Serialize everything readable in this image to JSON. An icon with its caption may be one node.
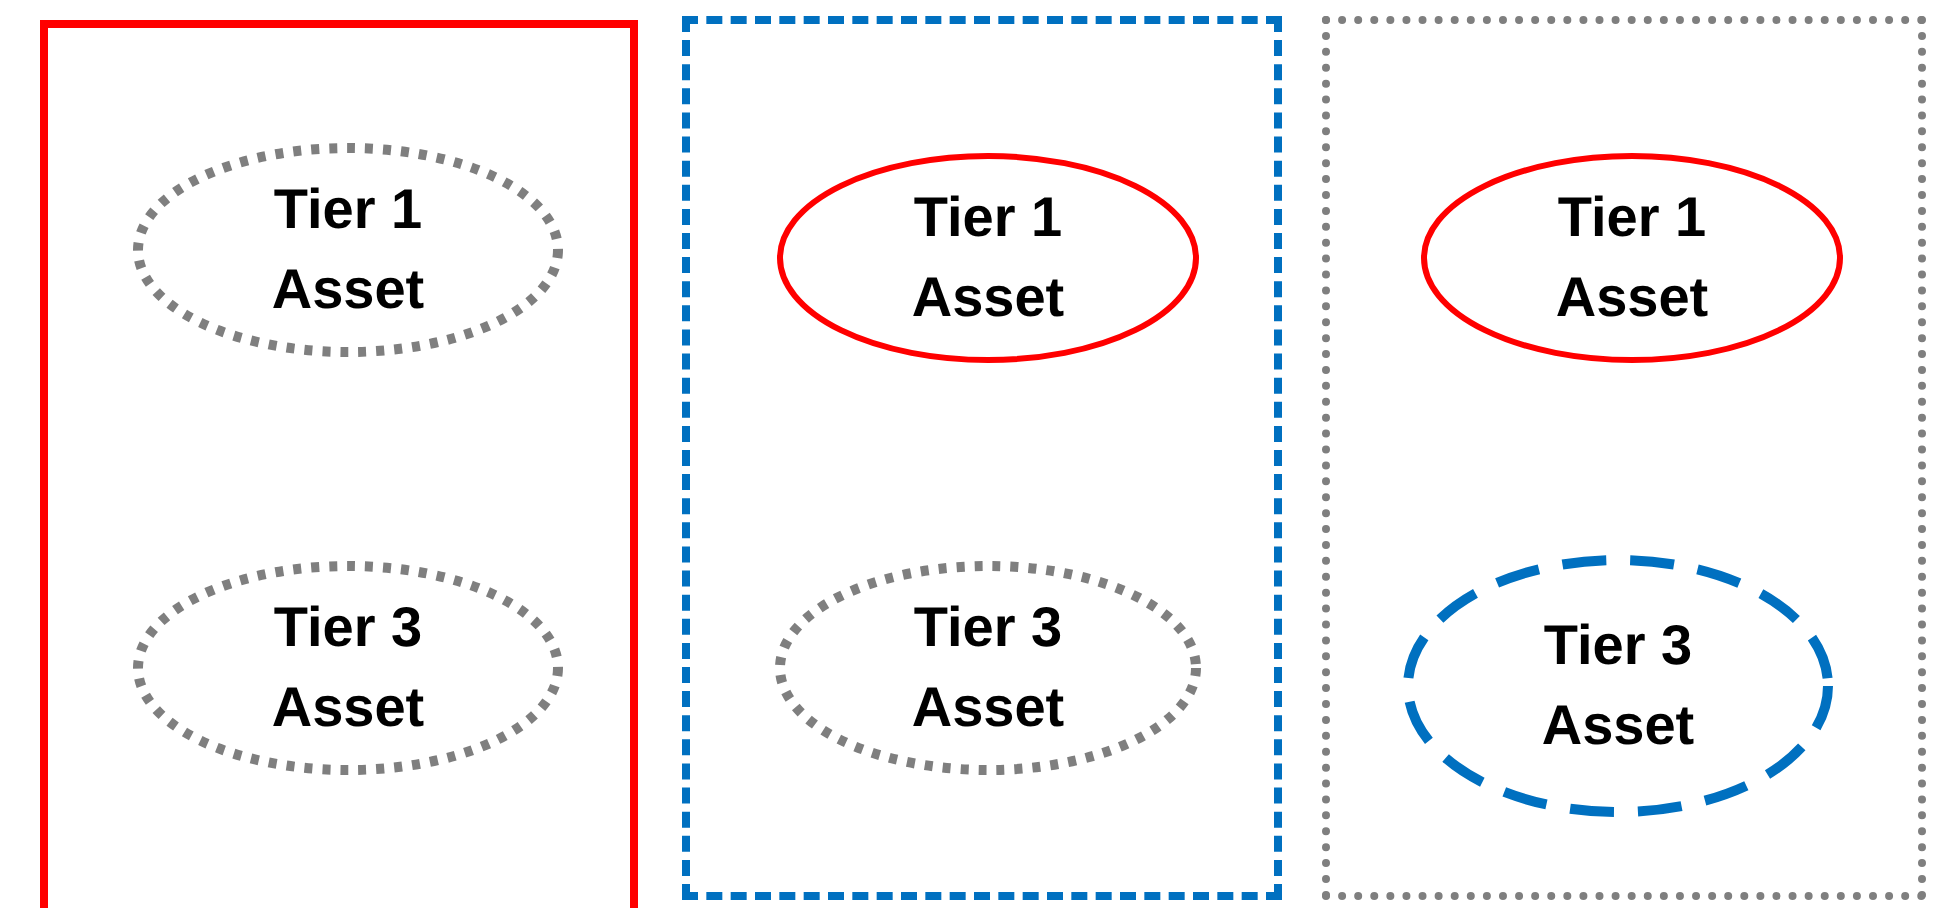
{
  "diagram": {
    "nodes": [
      {
        "text": [],
        "shape": "box"
      },
      {
        "text": [
          "Tier 1 Asset"
        ],
        "in": 0
      },
      {
        "text": [
          "Tier 3 Asset"
        ],
        "in": 0
      },
      {
        "text": [],
        "shape": "box"
      },
      {
        "text": [
          "Tier 1 Asset"
        ],
        "in": 3
      },
      {
        "text": [
          "Tier 3 Asset"
        ],
        "in": 3
      },
      {
        "text": [],
        "shape": "box"
      },
      {
        "text": [
          "Tier 1 Asset"
        ],
        "in": 6
      },
      {
        "text": [
          "Tier 3 Asset"
        ],
        "in": 6
      }
    ]
  }
}
